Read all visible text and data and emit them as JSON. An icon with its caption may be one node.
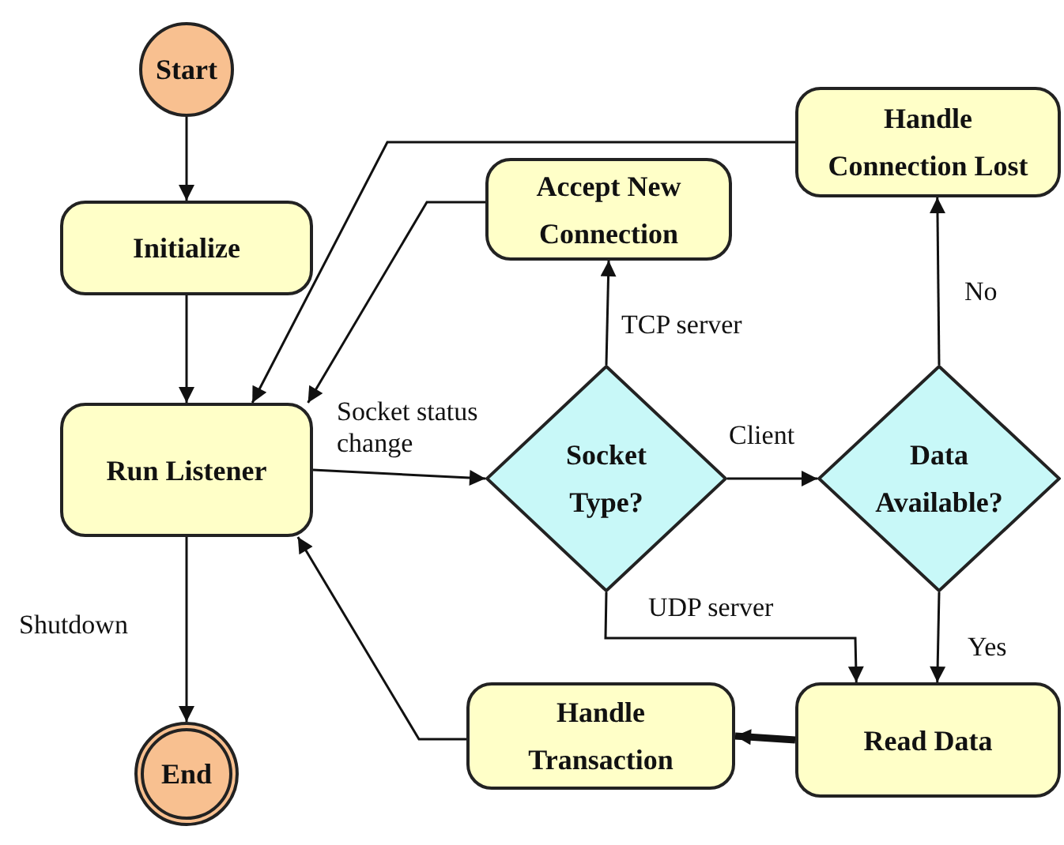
{
  "diagram": {
    "nodes": [
      {
        "text": [
          "Start"
        ]
      },
      {
        "text": [
          "Initialize"
        ]
      },
      {
        "text": [
          "Run Listener"
        ]
      },
      {
        "text": [
          "End"
        ]
      },
      {
        "text": [
          "Accept New Connection"
        ]
      },
      {
        "text": [
          "Handle Connection Lost"
        ]
      },
      {
        "text": [
          "Socket Type?"
        ]
      },
      {
        "text": [
          "Data Available?"
        ]
      },
      {
        "text": [
          "Handle Transaction"
        ]
      },
      {
        "text": [
          "Read Data"
        ]
      }
    ],
    "edges": [
      {
        "from": 0,
        "to": 1,
        "arrow": "to"
      },
      {
        "from": 1,
        "to": 2,
        "arrow": "to"
      },
      {
        "from": 2,
        "to": 3,
        "arrow": "to",
        "label": "Shutdown"
      },
      {
        "from": 2,
        "to": 6,
        "arrow": "to",
        "label": "Socket status change"
      },
      {
        "from": 6,
        "to": 4,
        "arrow": "to",
        "label": "TCP server"
      },
      {
        "from": 6,
        "to": 7,
        "arrow": "to",
        "label": "Client"
      },
      {
        "from": 6,
        "to": 9,
        "arrow": "to",
        "label": "UDP server"
      },
      {
        "from": 7,
        "to": 5,
        "arrow": "to",
        "label": "No"
      },
      {
        "from": 7,
        "to": 9,
        "arrow": "to",
        "label": "Yes"
      },
      {
        "from": 9,
        "to": 8,
        "arrow": "to",
        "style": "thick"
      },
      {
        "from": 8,
        "to": 2,
        "arrow": "to"
      },
      {
        "from": 4,
        "to": 2,
        "arrow": "to"
      },
      {
        "from": 5,
        "to": 2,
        "arrow": "to"
      }
    ]
  }
}
